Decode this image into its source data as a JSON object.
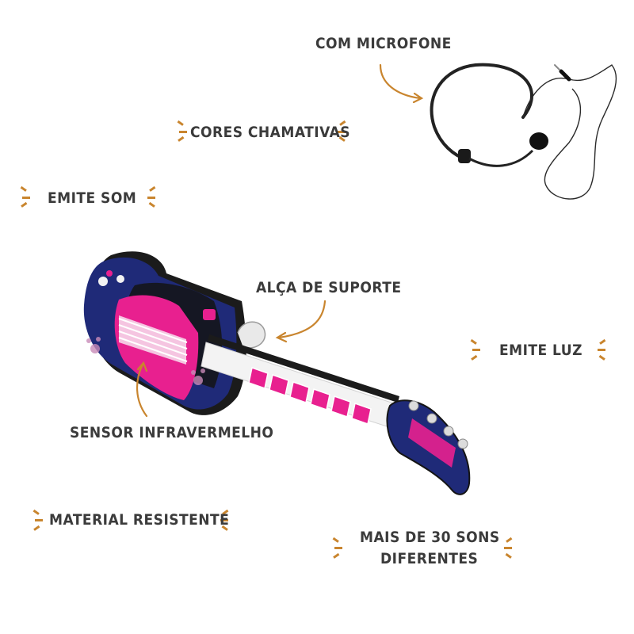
{
  "labels": {
    "microphone": "COM MICROFONE",
    "colors": "CORES CHAMATIVAS",
    "sound": "EMITE SOM",
    "strap": "ALÇA DE SUPORTE",
    "light": "EMITE LUZ",
    "sensor": "SENSOR INFRAVERMELHO",
    "material": "MATERIAL RESISTENTE",
    "sounds_line1": "MAIS DE 30 SONS",
    "sounds_line2": "DIFERENTES"
  },
  "icons": {
    "accent_marks": "tick-mark-icon",
    "arrows": "curved-arrow-icon",
    "headset": "headset-microphone-icon",
    "guitar": "toy-guitar-icon"
  },
  "colors": {
    "accent": "#c9852e",
    "text": "#3b3b3b",
    "guitar_body": "#1f2a78",
    "guitar_pink": "#e8208f",
    "guitar_dark": "#1b1b1b"
  }
}
